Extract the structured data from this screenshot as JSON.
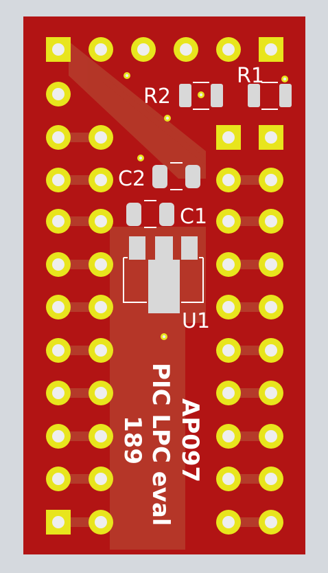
{
  "board": {
    "labels": {
      "r1": "R1",
      "r2": "R2",
      "c1": "C1",
      "c2": "C2",
      "u1": "U1"
    },
    "text_lines": [
      "AP097",
      "PIC LPC eval",
      "189"
    ]
  },
  "colors": {
    "background": "#d5d9de",
    "board": "#b21414",
    "copper": "#b53a2a",
    "pad_ring": "#e8e51d",
    "silkscreen": "#ffffff",
    "smd_pad": "#d8d8d8"
  }
}
